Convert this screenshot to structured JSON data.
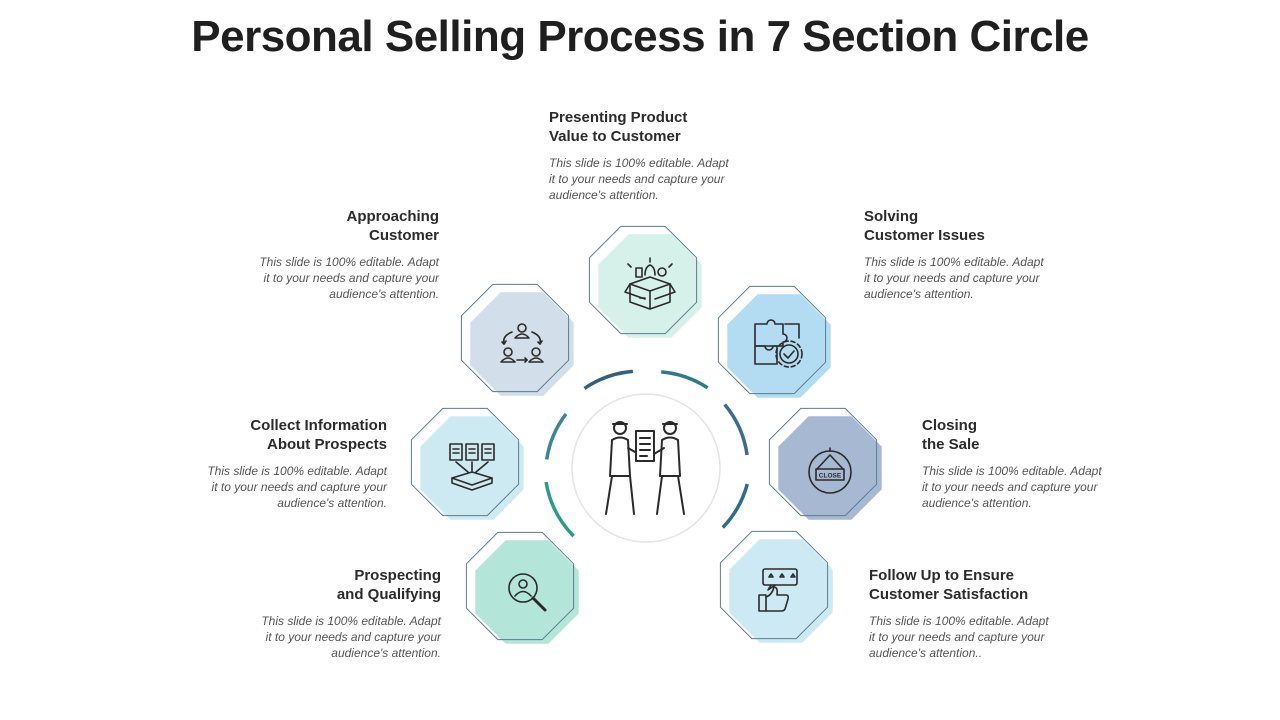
{
  "title": "Personal Selling Process in 7 Section Circle",
  "center": {
    "icon": "salespeople-handshake-icon"
  },
  "steps": [
    {
      "id": "presenting",
      "title": [
        "Presenting Product",
        "Value to Customer"
      ],
      "desc": [
        "This slide is 100% editable. Adapt",
        "it to your needs and capture your",
        "audience's attention."
      ],
      "icon": "product-box-icon",
      "color": "#d6f1ea"
    },
    {
      "id": "solving",
      "title": [
        "Solving",
        "Customer Issues"
      ],
      "desc": [
        "This slide is 100% editable. Adapt",
        "it to your needs and capture your",
        "audience's attention."
      ],
      "icon": "puzzle-gear-icon",
      "color": "#b3dcf2"
    },
    {
      "id": "closing",
      "title": [
        "Closing",
        "the Sale"
      ],
      "desc": [
        "This slide is 100% editable. Adapt",
        "it to your needs and capture your",
        "audience's attention."
      ],
      "icon": "close-sign-icon",
      "color": "#a7b9d2",
      "icon_text": "CLOSE"
    },
    {
      "id": "followup",
      "title": [
        "Follow Up to Ensure",
        "Customer Satisfaction"
      ],
      "desc": [
        "This slide is 100% editable. Adapt",
        "it to your needs and capture your",
        "audience's attention.."
      ],
      "icon": "rating-thumb-icon",
      "color": "#cdeaf4"
    },
    {
      "id": "prospecting",
      "title": [
        "Prospecting",
        "and Qualifying"
      ],
      "desc": [
        "This slide is 100% editable. Adapt",
        "it to your needs and capture your",
        "audience's attention."
      ],
      "icon": "search-person-icon",
      "color": "#b4e5d9"
    },
    {
      "id": "collect",
      "title": [
        "Collect Information",
        "About Prospects"
      ],
      "desc": [
        "This slide is 100% editable. Adapt",
        "it to your needs and capture your",
        "audience's attention."
      ],
      "icon": "documents-tray-icon",
      "color": "#cdeaf3"
    },
    {
      "id": "approaching",
      "title": [
        "Approaching",
        "Customer"
      ],
      "desc": [
        "This slide is 100% editable. Adapt",
        "it to your needs and capture your",
        "audience's attention."
      ],
      "icon": "people-cycle-icon",
      "color": "#d2dee9"
    }
  ]
}
